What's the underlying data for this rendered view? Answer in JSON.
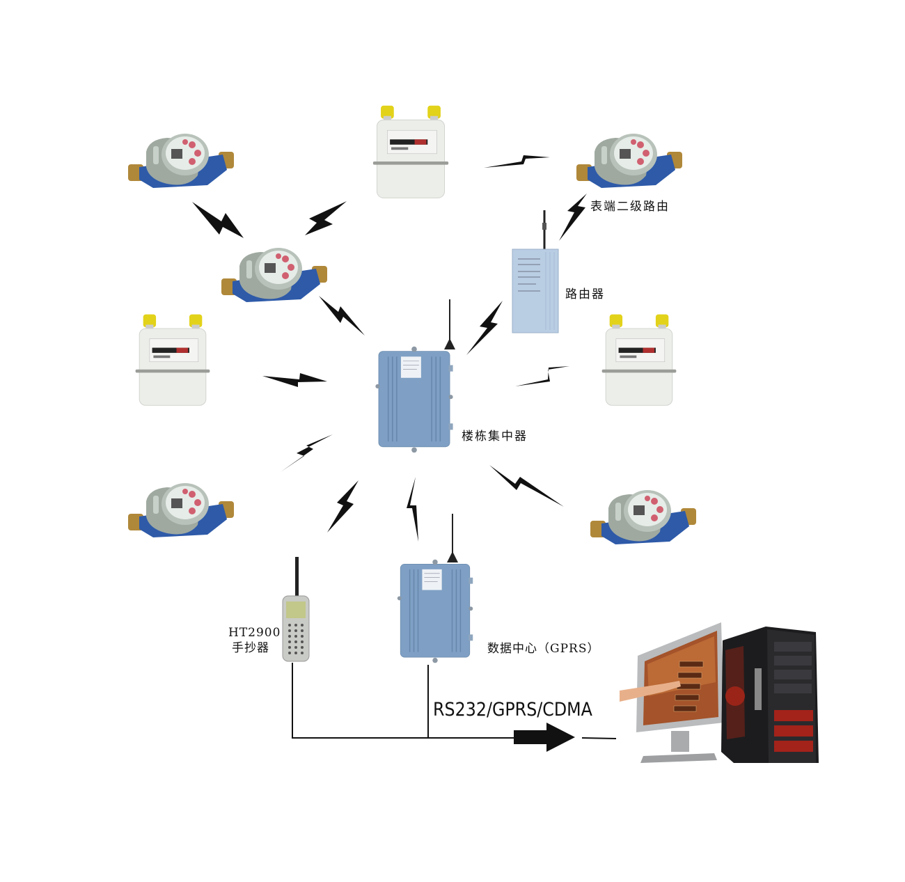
{
  "diagram": {
    "title_hidden": "",
    "labels": {
      "meter_router": "表端二级路由",
      "router": "路由器",
      "building_concentrator": "楼栋集中器",
      "handheld_model": "HT2900",
      "handheld_name": "手抄器",
      "data_center": "数据中心（GPRS）",
      "link_protocol": "RS232/GPRS/CDMA"
    },
    "nodes": [
      {
        "id": "water-meter-1",
        "type": "water-meter"
      },
      {
        "id": "gas-meter-1",
        "type": "gas-meter"
      },
      {
        "id": "water-meter-2",
        "type": "water-meter",
        "label_ref": "meter_router"
      },
      {
        "id": "water-meter-3",
        "type": "water-meter"
      },
      {
        "id": "router",
        "type": "router",
        "label_ref": "router"
      },
      {
        "id": "gas-meter-2",
        "type": "gas-meter"
      },
      {
        "id": "gas-meter-3",
        "type": "gas-meter"
      },
      {
        "id": "concentrator",
        "type": "concentrator",
        "label_ref": "building_concentrator"
      },
      {
        "id": "water-meter-4",
        "type": "water-meter"
      },
      {
        "id": "water-meter-5",
        "type": "water-meter"
      },
      {
        "id": "handheld",
        "type": "handheld-reader",
        "label_ref": "handheld_model"
      },
      {
        "id": "data-center",
        "type": "concentrator",
        "label_ref": "data_center"
      },
      {
        "id": "pc-workstation",
        "type": "computer"
      }
    ],
    "links": [
      {
        "from": "water-meter-1",
        "to": "water-meter-3",
        "kind": "wireless"
      },
      {
        "from": "gas-meter-1",
        "to": "water-meter-3",
        "kind": "wireless"
      },
      {
        "from": "gas-meter-1",
        "to": "water-meter-2",
        "kind": "wireless"
      },
      {
        "from": "water-meter-2",
        "to": "router",
        "kind": "wireless"
      },
      {
        "from": "water-meter-3",
        "to": "concentrator",
        "kind": "wireless"
      },
      {
        "from": "router",
        "to": "concentrator",
        "kind": "wireless"
      },
      {
        "from": "gas-meter-2",
        "to": "concentrator",
        "kind": "wireless"
      },
      {
        "from": "gas-meter-3",
        "to": "concentrator",
        "kind": "wireless"
      },
      {
        "from": "water-meter-4",
        "to": "concentrator",
        "kind": "wireless"
      },
      {
        "from": "water-meter-5",
        "to": "concentrator",
        "kind": "wireless"
      },
      {
        "from": "handheld",
        "to": "concentrator",
        "kind": "wireless"
      },
      {
        "from": "data-center",
        "to": "concentrator",
        "kind": "wireless"
      },
      {
        "from": "handheld",
        "to": "pc-workstation",
        "kind": "wired"
      },
      {
        "from": "data-center",
        "to": "pc-workstation",
        "kind": "wired"
      }
    ],
    "colors": {
      "water_meter_body": "#9fa9a0",
      "water_meter_pipe": "#2e5aa8",
      "brass": "#b0883a",
      "gas_meter_body": "#eceeea",
      "gas_cap": "#e2d21a",
      "concentrator": "#7fa0c4",
      "router": "#b9cde3",
      "bolt": "#111111",
      "wire": "#111111"
    }
  }
}
